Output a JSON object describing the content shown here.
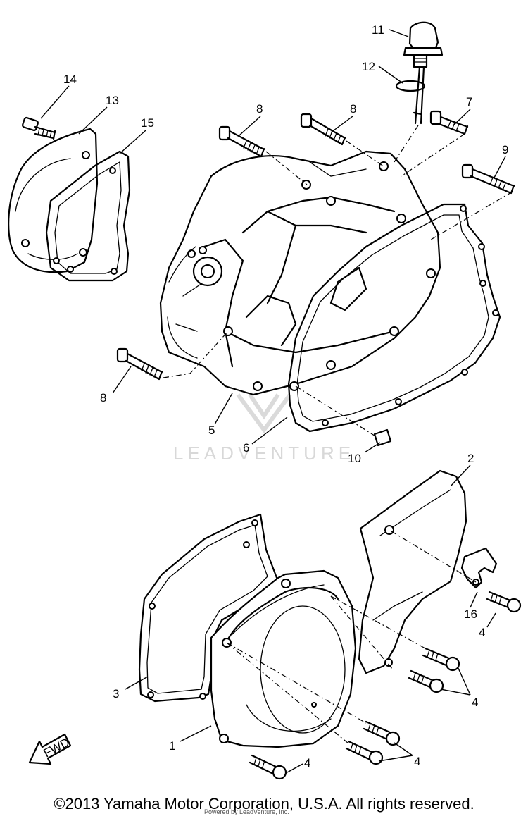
{
  "diagram": {
    "callouts": {
      "p1": "1",
      "p2": "2",
      "p3": "3",
      "p4a": "4",
      "p4b": "4",
      "p4c": "4",
      "p4d": "4",
      "p5": "5",
      "p6": "6",
      "p7": "7",
      "p8a": "8",
      "p8b": "8",
      "p8c": "8",
      "p9": "9",
      "p10": "10",
      "p11": "11",
      "p12": "12",
      "p13": "13",
      "p14": "14",
      "p15": "15",
      "p16": "16"
    },
    "fwd_label": "FWD",
    "watermark": "LEADVENTURE"
  },
  "footer": {
    "copyright": "©2013 Yamaha Motor Corporation, U.S.A. All rights reserved.",
    "credit": "Powered by LeadVenture, Inc."
  }
}
